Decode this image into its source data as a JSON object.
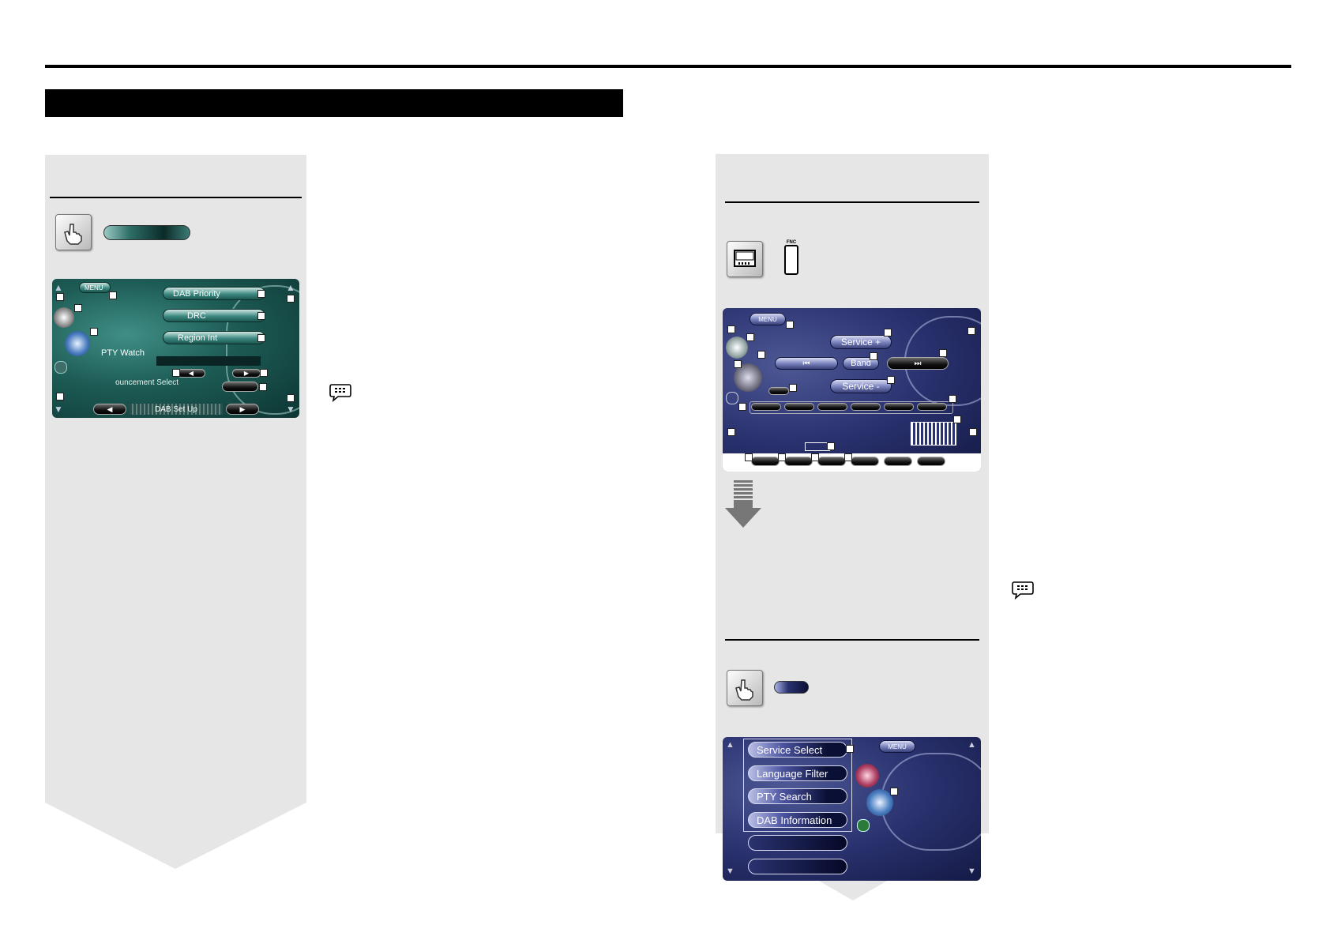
{
  "left_screen": {
    "menu_label": "MENU",
    "dab_priority": "DAB Priority",
    "drc": "DRC",
    "region_int": "Region Int",
    "pty_watch": "PTY Watch",
    "announcement": "ouncement Select",
    "footer_title": "DAB Set Up"
  },
  "right_screen": {
    "menu_label": "MENU",
    "service_plus": "Service +",
    "band": "Band",
    "service_minus": "Service -",
    "fnc_label": "FNC"
  },
  "menu_screen": {
    "menu_label": "MENU",
    "items": [
      "Service Select",
      "Language Filter",
      "PTY Search",
      "DAB Information",
      "",
      ""
    ]
  },
  "icons": [
    "touch-hand-icon",
    "monitor-icon",
    "fnc-switch-icon",
    "note-speech-icon",
    "down-arrow-icon"
  ],
  "colors": {
    "panel": "#e6e6e6",
    "teal": "#1d5b55",
    "navy": "#2a3270"
  }
}
